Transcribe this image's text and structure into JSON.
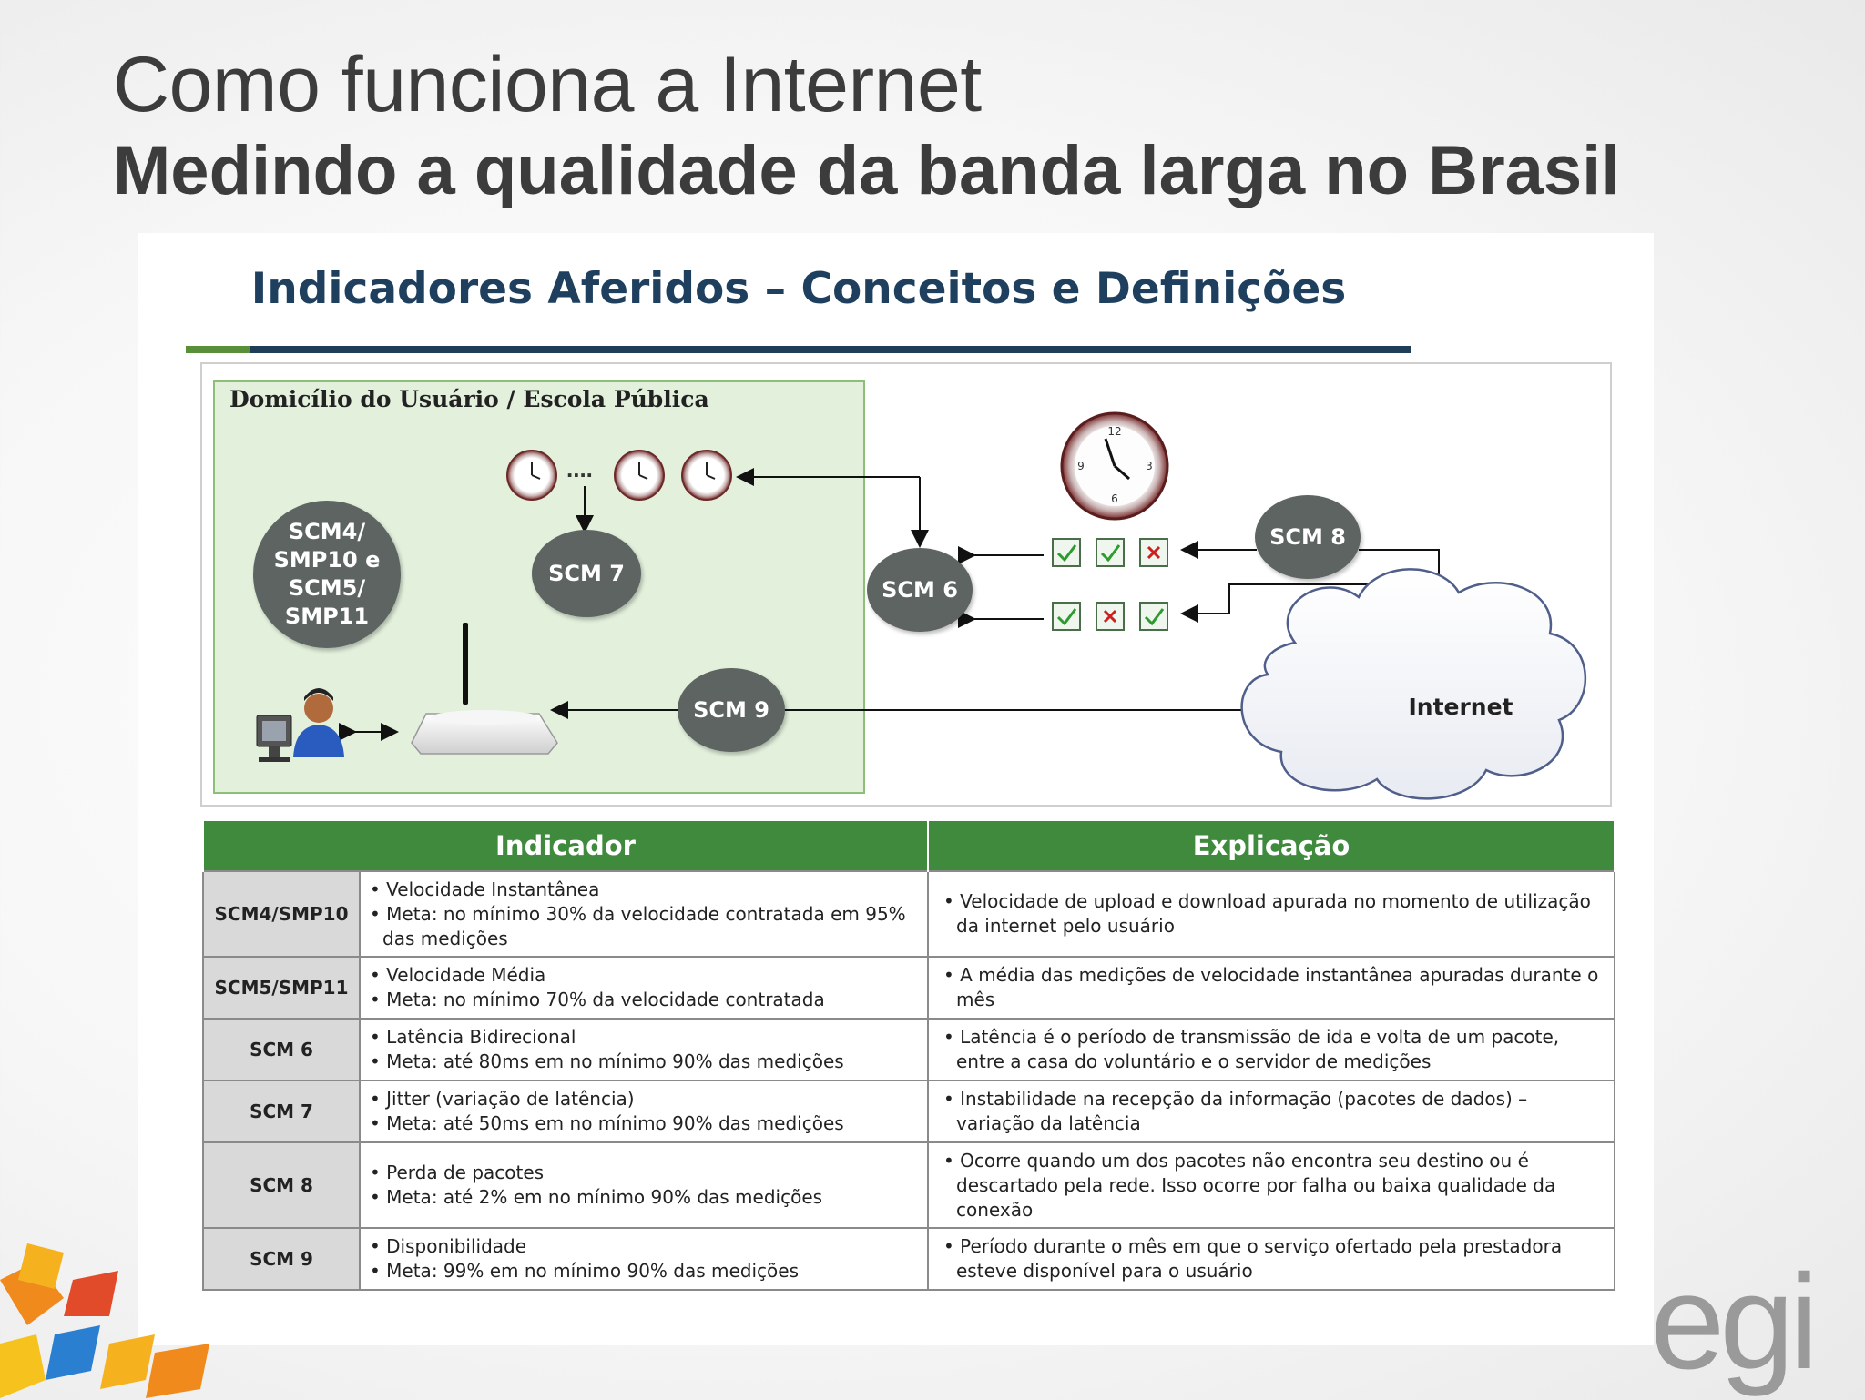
{
  "slide": {
    "title": "Como funciona a Internet",
    "subtitle": "Medindo a qualidade da banda larga no Brasil"
  },
  "panel": {
    "heading": "Indicadores Aferidos – Conceitos e Definições"
  },
  "diagram": {
    "home_label": "Domicílio do Usuário / Escola Pública",
    "nodes": {
      "scm4": "SCM4/ SMP10 e SCM5/ SMP11",
      "scm7": "SCM 7",
      "scm6": "SCM 6",
      "scm8": "SCM 8",
      "scm9": "SCM 9"
    },
    "dots": "....",
    "internet_label": "Internet",
    "packet_rows": [
      [
        "ok",
        "ok",
        "fail"
      ],
      [
        "ok",
        "fail",
        "ok"
      ]
    ],
    "colors": {
      "node": "#5d6461",
      "home_fill": "#e2f0dc",
      "home_border": "#8dbf79",
      "check": "#2e9b2e",
      "cross": "#cc1f1f"
    }
  },
  "table": {
    "headers": [
      "Indicador",
      "Explicação"
    ],
    "rows": [
      {
        "code": "SCM4/SMP10",
        "desc": [
          "Velocidade Instantânea",
          "Meta: no mínimo 30% da velocidade contratada em 95% das medições"
        ],
        "expl": "Velocidade de upload e download apurada no momento de utilização da internet pelo usuário"
      },
      {
        "code": "SCM5/SMP11",
        "desc": [
          "Velocidade Média",
          "Meta: no mínimo 70% da velocidade contratada"
        ],
        "expl": "A média das medições de velocidade instantânea apuradas durante o mês"
      },
      {
        "code": "SCM 6",
        "desc": [
          "Latência Bidirecional",
          "Meta: até 80ms em no mínimo 90% das medições"
        ],
        "expl": "Latência é o período de transmissão de  ida e volta de  um pacote, entre a casa do voluntário e o servidor de medições"
      },
      {
        "code": "SCM 7",
        "desc": [
          "Jitter (variação de latência)",
          "Meta: até 50ms em no mínimo 90% das medições"
        ],
        "expl": "Instabilidade na recepção da informação (pacotes de dados) – variação da latência"
      },
      {
        "code": "SCM 8",
        "desc": [
          "Perda de pacotes",
          "Meta: até 2% em no mínimo 90% das medições"
        ],
        "expl": "Ocorre quando um dos pacotes não encontra seu destino ou é descartado pela rede. Isso ocorre por falha ou baixa qualidade da conexão"
      },
      {
        "code": "SCM 9",
        "desc": [
          "Disponibilidade",
          "Meta: 99% em no mínimo 90% das medições"
        ],
        "expl": "Período durante o mês em que o serviço ofertado pela prestadora esteve disponível para o usuário"
      }
    ],
    "colors": {
      "header": "#3f8a3c",
      "code_cell": "#d9d9d9"
    }
  },
  "branding": {
    "logo_text": "egi"
  },
  "icons": [
    "clock-icon",
    "router-icon",
    "user-computer-icon",
    "internet-cloud-icon",
    "check-box-icon",
    "cross-box-icon"
  ]
}
